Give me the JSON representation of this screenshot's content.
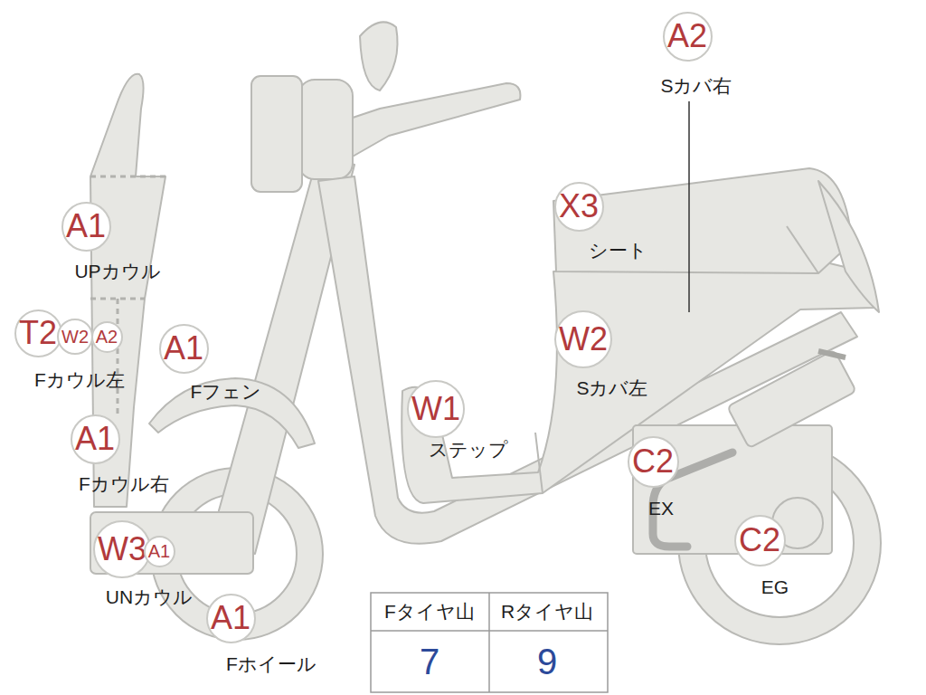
{
  "diagram": {
    "nodes": [
      {
        "text": [
          "A2"
        ]
      },
      {
        "text": [
          "A1"
        ]
      },
      {
        "text": [
          "X3"
        ]
      },
      {
        "text": [
          "T2"
        ]
      },
      {
        "text": [
          "W2"
        ]
      },
      {
        "text": [
          "A2"
        ]
      },
      {
        "text": [
          "A1"
        ]
      },
      {
        "text": [
          "W2"
        ]
      },
      {
        "text": [
          "W1"
        ]
      },
      {
        "text": [
          "A1"
        ]
      },
      {
        "text": [
          "C2"
        ]
      },
      {
        "text": [
          "W3"
        ]
      },
      {
        "text": [
          "A1"
        ]
      },
      {
        "text": [
          "C2"
        ]
      },
      {
        "text": [
          "A1"
        ]
      }
    ],
    "labels": [
      "Sカバ右",
      "UPカウル",
      "シート",
      "Fカウル左",
      "Fフェン",
      "Sカバ左",
      "ステップ",
      "Fカウル右",
      "EX",
      "UNカウル",
      "EG",
      "Fホイール",
      "Fタイヤ山",
      "Rタイヤ山",
      "7",
      "9"
    ]
  }
}
